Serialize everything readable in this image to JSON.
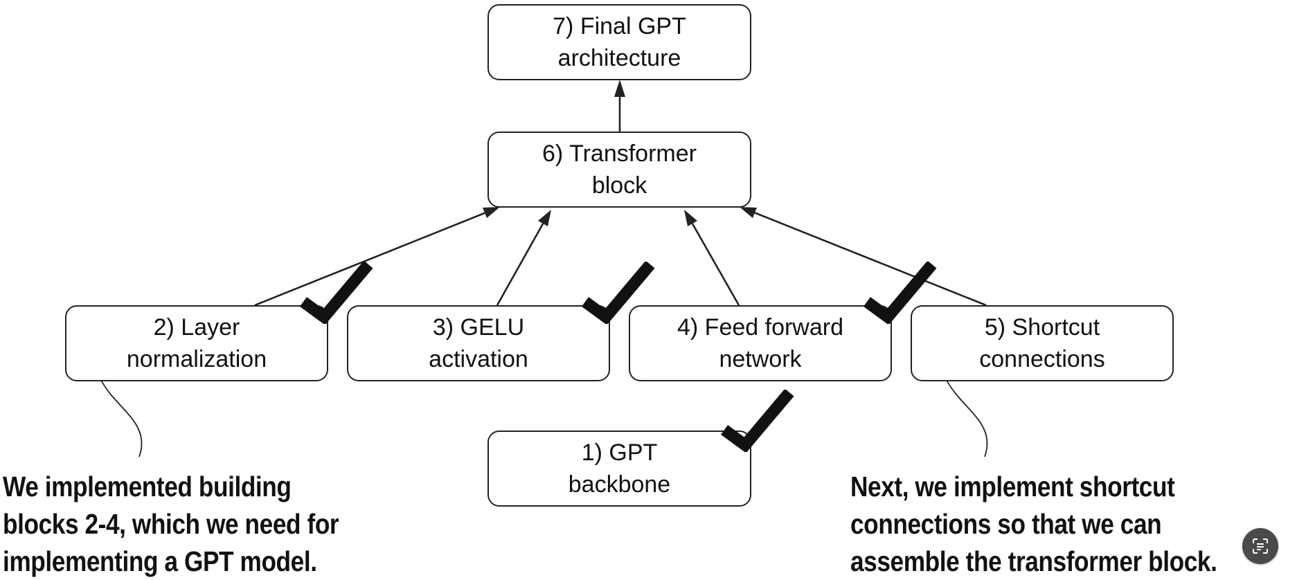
{
  "nodes": {
    "final_gpt": {
      "line1": "7) Final GPT",
      "line2": "architecture"
    },
    "transformer_block": {
      "line1": "6) Transformer",
      "line2": "block"
    },
    "layer_norm": {
      "line1": "2) Layer",
      "line2": "normalization"
    },
    "gelu": {
      "line1": "3) GELU",
      "line2": "activation"
    },
    "feed_forward": {
      "line1": "4) Feed forward",
      "line2": "network"
    },
    "shortcut": {
      "line1": "5) Shortcut",
      "line2": "connections"
    },
    "gpt_backbone": {
      "line1": "1) GPT",
      "line2": "backbone"
    }
  },
  "completed": [
    "layer_norm",
    "gelu",
    "feed_forward",
    "gpt_backbone"
  ],
  "edges": [
    {
      "from": "transformer_block",
      "to": "final_gpt"
    },
    {
      "from": "layer_norm",
      "to": "transformer_block"
    },
    {
      "from": "gelu",
      "to": "transformer_block"
    },
    {
      "from": "feed_forward",
      "to": "transformer_block"
    },
    {
      "from": "shortcut",
      "to": "transformer_block"
    }
  ],
  "annotations": {
    "left": {
      "line1": "We implemented building",
      "line2": "blocks 2-4, which we need for",
      "line3": "implementing a GPT model."
    },
    "right": {
      "line1": "Next, we implement shortcut",
      "line2": "connections so that we can",
      "line3": "assemble the transformer block."
    }
  },
  "colors": {
    "stroke": "#222222",
    "check": "#111111",
    "text": "#111111"
  },
  "icons": {
    "lens": "google-lens-icon"
  }
}
